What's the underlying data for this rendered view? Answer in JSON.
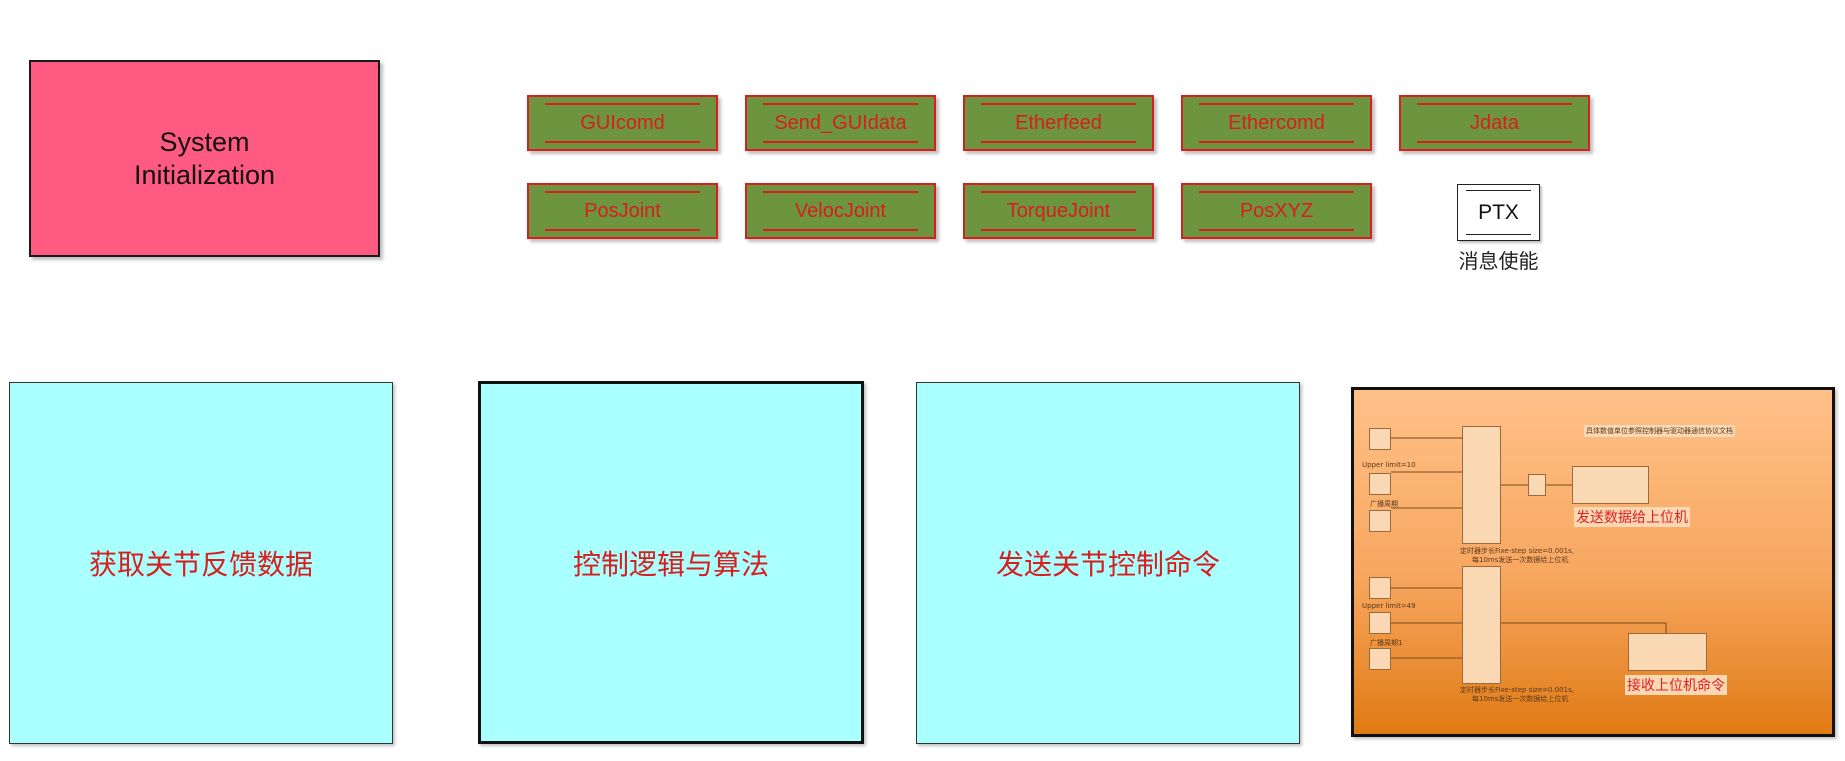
{
  "system_init": {
    "line1": "System",
    "line2": "Initialization"
  },
  "tags_row1": [
    "GUIcomd",
    "Send_GUIdata",
    "Etherfeed",
    "Ethercomd",
    "Jdata"
  ],
  "tags_row2": [
    "PosJoint",
    "VelocJoint",
    "TorqueJoint",
    "PosXYZ"
  ],
  "ptx": {
    "label": "PTX",
    "caption": "消息使能"
  },
  "subsystems": {
    "feedback": "获取关节反馈数据",
    "control": "控制逻辑与算法",
    "command": "发送关节控制命令"
  },
  "comm": {
    "note_top": "具体数值单位参照控制器与驱动器通信协议文档",
    "upper_limit_1": "Upper limit=10",
    "broadcast_1": "广播周期",
    "fixed_step_1a": "定时器步长Fixe-step size=0.001s,",
    "fixed_step_1b": "每10ms发送一次数据给上位机",
    "send_label": "发送数据给上位机",
    "upper_limit_2": "Upper limit=49",
    "broadcast_2": "广播周期1",
    "fixed_step_2a": "定时器步长Fixe-step size=0.001s,",
    "fixed_step_2b": "每10ms发送一次数据给上位机",
    "receive_label": "接收上位机命令"
  },
  "colors": {
    "init_block": "#ff5a82",
    "tag_fill": "#6d9540",
    "tag_text": "#d81e1e",
    "subsystem_fill": "#aaffff",
    "comm_gradient_top": "#ffc189",
    "comm_gradient_bottom": "#e07a14"
  }
}
